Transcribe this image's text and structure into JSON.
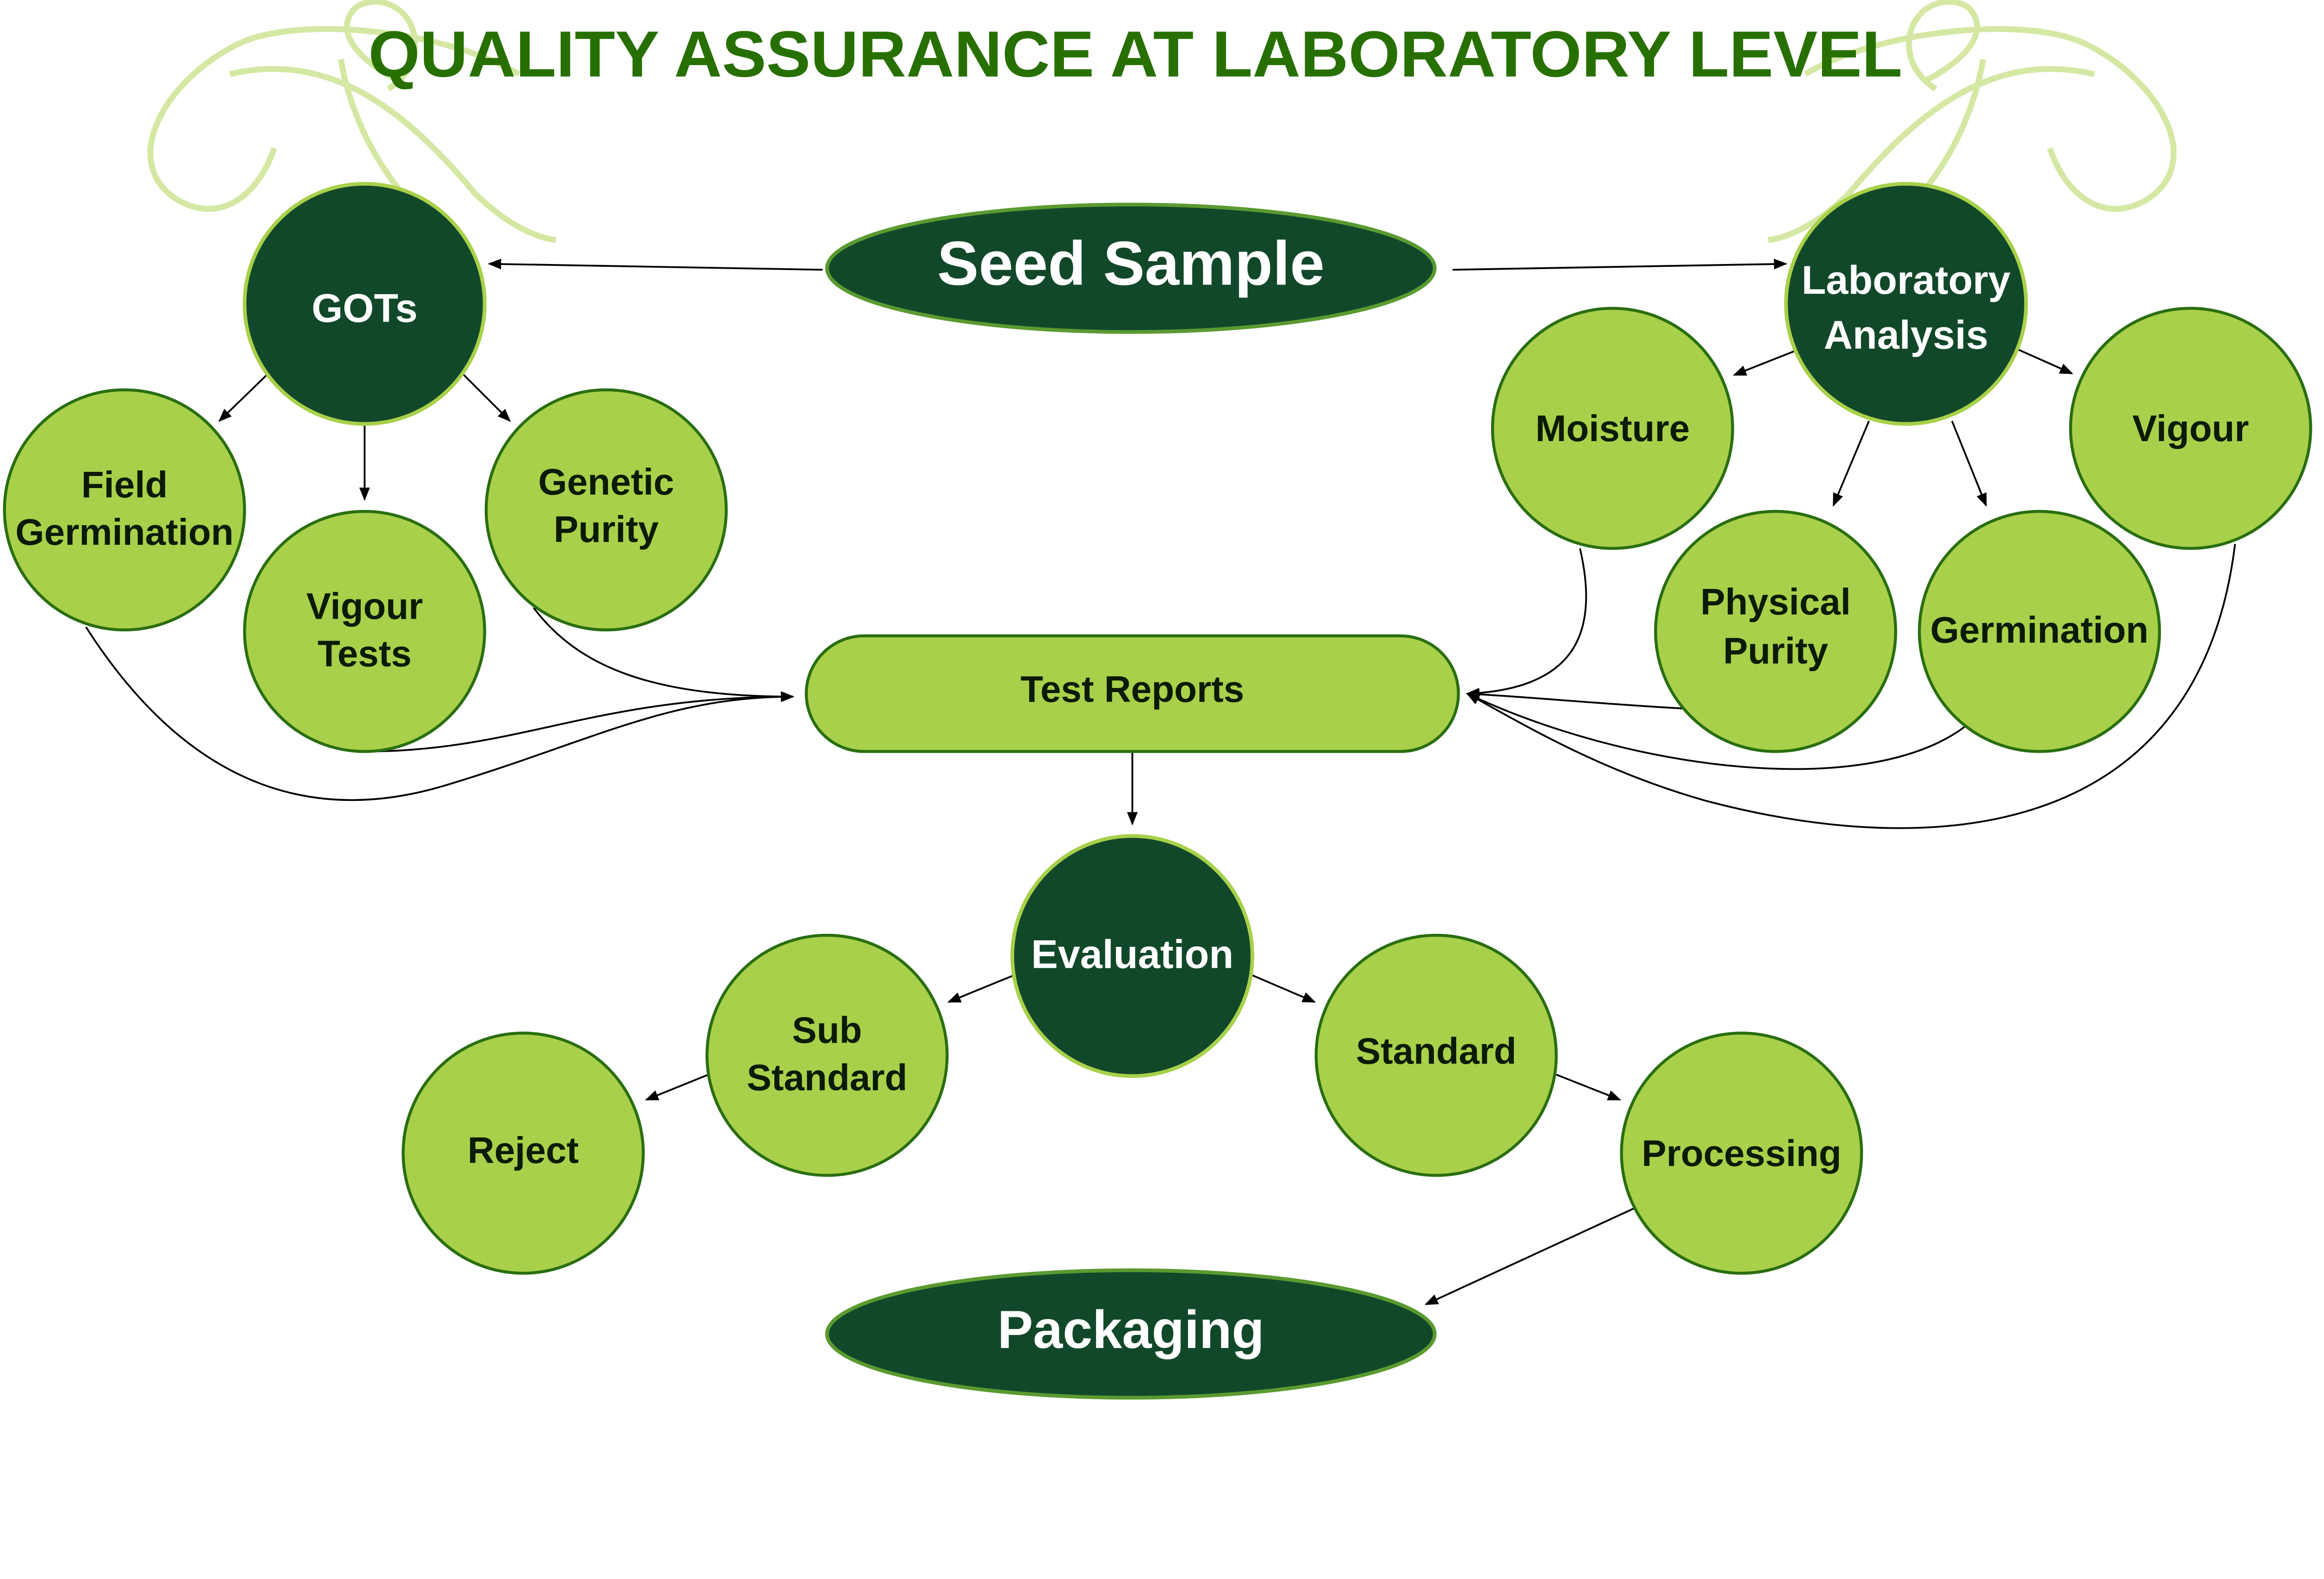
{
  "title": "QUALITY ASSURANCE AT LABORATORY LEVEL",
  "colors": {
    "title": "#277000",
    "dark_node": "#12482a",
    "light_node": "#a8d04a",
    "node_border": "#2a6e10",
    "flourish": "#d4e8a4"
  },
  "nodes": {
    "seed_sample": "Seed Sample",
    "gots": "GOTs",
    "field_germination": [
      "Field",
      "Germination"
    ],
    "vigour_tests": [
      "Vigour",
      "Tests"
    ],
    "genetic_purity": [
      "Genetic",
      "Purity"
    ],
    "laboratory_analysis": [
      "Laboratory",
      "Analysis"
    ],
    "moisture": "Moisture",
    "vigour": "Vigour",
    "physical_purity": [
      "Physical",
      "Purity"
    ],
    "germination": "Germination",
    "test_reports": "Test Reports",
    "evaluation": "Evaluation",
    "sub_standard": [
      "Sub",
      "Standard"
    ],
    "standard": "Standard",
    "reject": "Reject",
    "processing": "Processing",
    "packaging": "Packaging"
  }
}
